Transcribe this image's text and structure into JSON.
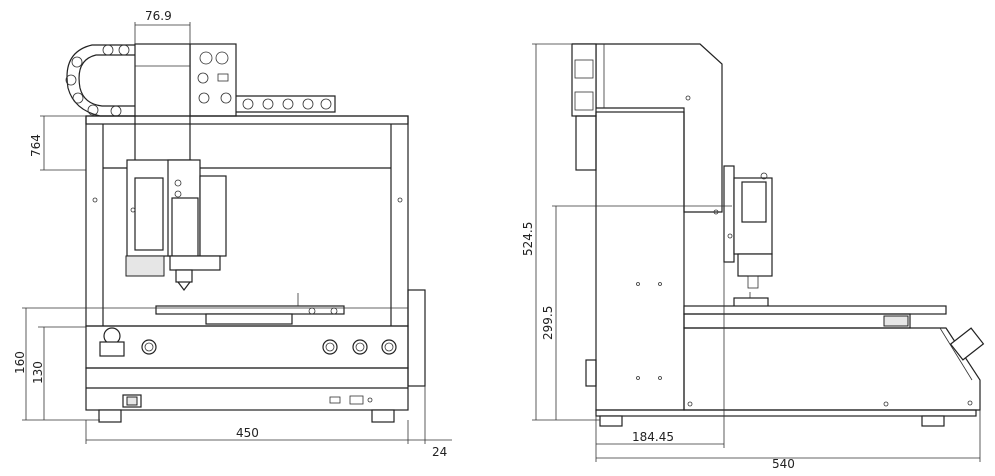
{
  "dimensions": {
    "front": {
      "width_top": "76.9",
      "side_left": "764",
      "height_total": "160",
      "height_base": "130",
      "width_bottom": "450",
      "offset_right": "24"
    },
    "side": {
      "height_total": "524.5",
      "height_mid": "299.5",
      "depth_column": "184.45",
      "depth_total": "540"
    }
  }
}
